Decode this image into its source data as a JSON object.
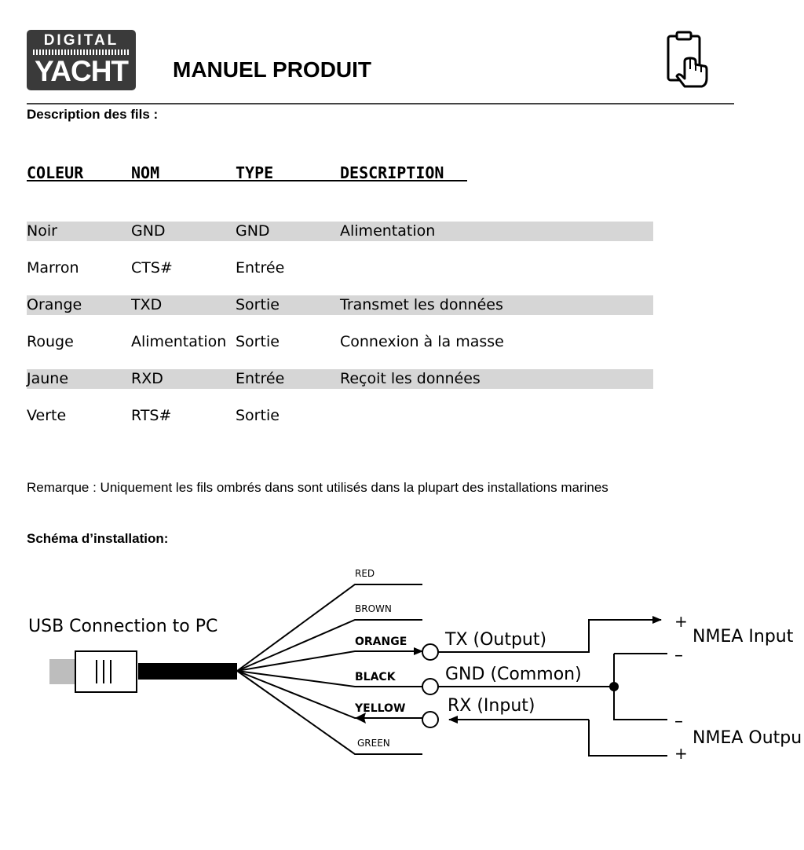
{
  "header": {
    "logo_top": "DIGITAL",
    "logo_bottom": "YACHT",
    "title": "MANUEL PRODUIT"
  },
  "wire_section": {
    "heading": "Description des fils :",
    "columns": [
      "COLEUR",
      "NOM",
      "TYPE",
      "DESCRIPTION"
    ],
    "rows": [
      {
        "color": "Noir",
        "name": "GND",
        "type": "GND",
        "description": "Alimentation",
        "shaded": true
      },
      {
        "color": "Marron",
        "name": "CTS#",
        "type": "Entrée",
        "description": "",
        "shaded": false
      },
      {
        "color": "Orange",
        "name": "TXD",
        "type": "Sortie",
        "description": "Transmet les données",
        "shaded": true
      },
      {
        "color": "Rouge",
        "name": "Alimentation",
        "type": "Sortie",
        "description": "Connexion à la masse",
        "shaded": false
      },
      {
        "color": "Jaune",
        "name": "RXD",
        "type": "Entrée",
        "description": "Reçoit les données",
        "shaded": true
      },
      {
        "color": "Verte",
        "name": "RTS#",
        "type": "Sortie",
        "description": "",
        "shaded": false
      }
    ],
    "shade_color": "#d6d6d6"
  },
  "note": "Remarque : Uniquement les fils ombrés dans sont utilisés dans la plupart des installations marines",
  "install_section": {
    "heading": "Schéma d’installation:"
  },
  "diagram": {
    "usb_label": "USB Connection to PC",
    "wires": {
      "red": "RED",
      "brown": "BROWN",
      "orange": "ORANGE",
      "black": "BLACK",
      "yellow": "YELLOW",
      "green": "GREEN"
    },
    "signals": {
      "tx": "TX (Output)",
      "gnd": "GND (Common)",
      "rx": "RX (Input)"
    },
    "nmea_input": "NMEA Input",
    "nmea_output": "NMEA Outpu",
    "plus": "+",
    "minus": "–"
  }
}
